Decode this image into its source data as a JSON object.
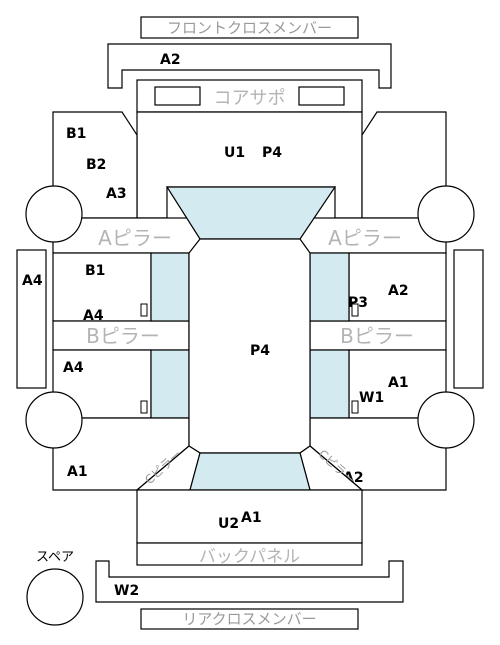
{
  "labels": {
    "front_cross_member": "フロントクロスメンバー",
    "core_support": "コアサポ",
    "a_pillar_left": "Aピラー",
    "a_pillar_right": "Aピラー",
    "b_pillar_left": "Bピラー",
    "b_pillar_right": "Bピラー",
    "c_pillar_left": "Cピラー",
    "c_pillar_right": "Cピラー",
    "back_panel": "バックパネル",
    "rear_cross_member": "リアクロスメンバー",
    "spare": "スペア"
  },
  "codes": {
    "front_member": "A2",
    "core_left_b1": "B1",
    "core_left_b2": "B2",
    "core_left_a3": "A3",
    "hood_u1": "U1",
    "hood_p4": "P4",
    "left_rocker": "A4",
    "left_front_door_b1": "B1",
    "left_front_door_a4": "A4",
    "left_rear_door_a4": "A4",
    "right_front_door_a2": "A2",
    "right_front_door_p3": "P3",
    "right_rear_door_a1": "A1",
    "right_rear_door_w1": "W1",
    "roof_p4": "P4",
    "left_quarter_a1": "A1",
    "right_quarter_a2": "A2",
    "trunk_u2": "U2",
    "trunk_a1": "A1",
    "rear_w2": "W2"
  },
  "colors": {
    "glass": "#d4eaf1",
    "gray_label": "#b4b4b4",
    "outline": "#000000"
  }
}
